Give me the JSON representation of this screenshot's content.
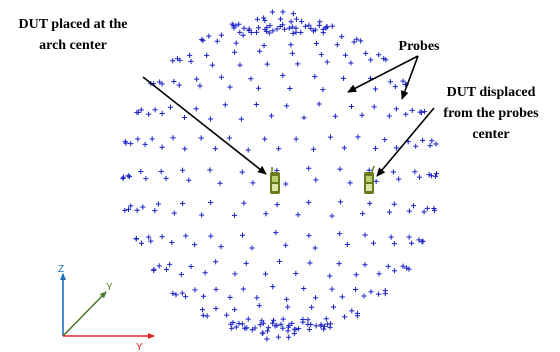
{
  "labels": {
    "dut_center_line1": "DUT placed at the",
    "dut_center_line2": "arch center",
    "probes": "Probes",
    "dut_displaced_line1": "DUT displaced",
    "dut_displaced_line2": "from the probes",
    "dut_displaced_line3": "center"
  },
  "axes": {
    "z_label": "Z",
    "y_label": "Y",
    "x_label": "Y",
    "z_color": "#1f6fbf",
    "y_color": "#4a7a2c",
    "x_color": "#e02020"
  },
  "colors": {
    "probe": "#1a22c8",
    "phone_body": "#6b7a1c",
    "phone_screen": "#b8d070"
  }
}
